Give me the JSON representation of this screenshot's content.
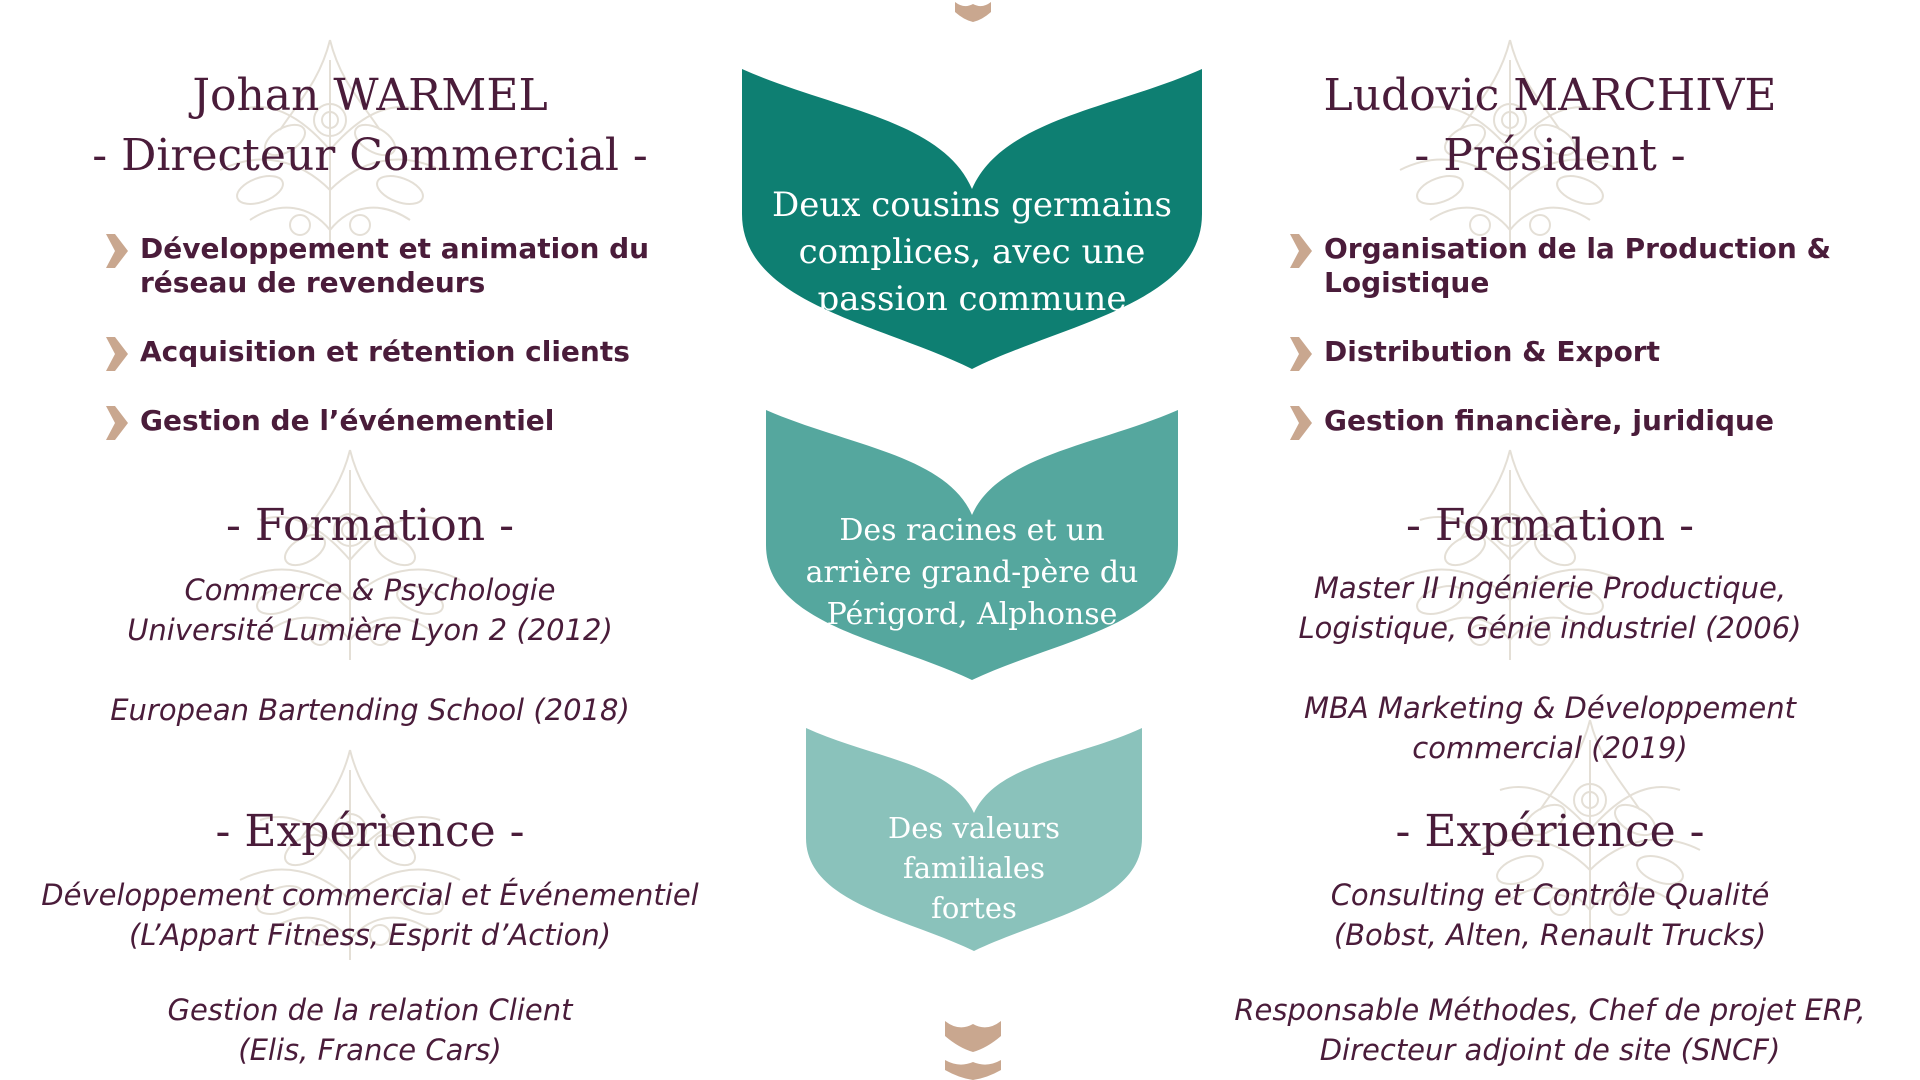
{
  "left": {
    "name": "Johan WARMEL",
    "role": "- Directeur Commercial -",
    "duties": [
      {
        "line1": "Développement et animation du",
        "line2": "réseau de revendeurs"
      },
      {
        "line1": "Acquisition et rétention clients",
        "line2": ""
      },
      {
        "line1": "Gestion de l’événementiel",
        "line2": ""
      }
    ],
    "formation_title": "- Formation -",
    "formation": [
      [
        "Commerce & Psychologie",
        "Université Lumière Lyon 2 (2012)"
      ],
      [
        "European Bartending School (2018)"
      ]
    ],
    "experience_title": "- Expérience -",
    "experience": [
      [
        "Développement commercial et Événementiel",
        "(L’Appart Fitness, Esprit d’Action)"
      ],
      [
        "Gestion de la relation Client",
        "(Elis, France Cars)"
      ]
    ]
  },
  "right": {
    "name": "Ludovic MARCHIVE",
    "role": "- Président -",
    "duties": [
      {
        "line1": "Organisation de la Production &",
        "line2": "Logistique"
      },
      {
        "line1": "Distribution & Export",
        "line2": ""
      },
      {
        "line1": "Gestion financière, juridique",
        "line2": ""
      }
    ],
    "formation_title": "- Formation -",
    "formation": [
      [
        "Master II Ingénierie Productique,",
        "Logistique, Génie industriel (2006)"
      ],
      [
        "MBA Marketing & Développement",
        "commercial (2019)"
      ]
    ],
    "experience_title": "- Expérience -",
    "experience": [
      [
        "Consulting et Contrôle Qualité",
        "(Bobst, Alten, Renault Trucks)"
      ],
      [
        "Responsable Méthodes, Chef de projet ERP,",
        "Directeur adjoint de site (SNCF)"
      ]
    ]
  },
  "center": {
    "leaf1": [
      "Deux cousins germains",
      "complices, avec une",
      "passion commune"
    ],
    "leaf2": [
      "Des racines et un",
      "arrière grand-père du",
      "Périgord, Alphonse"
    ],
    "leaf3": [
      "Des valeurs",
      "familiales",
      "fortes"
    ]
  },
  "colors": {
    "text": "#4a1c3a",
    "leaf1": "#0e7f72",
    "leaf2": "#55a79e",
    "leaf3": "#8ac2bb",
    "accent": "#c9a78f"
  },
  "icons": {
    "bullet": "chevron-right-icon",
    "decoration": "leaf-chevron-icon",
    "background": "floral-ornament"
  }
}
